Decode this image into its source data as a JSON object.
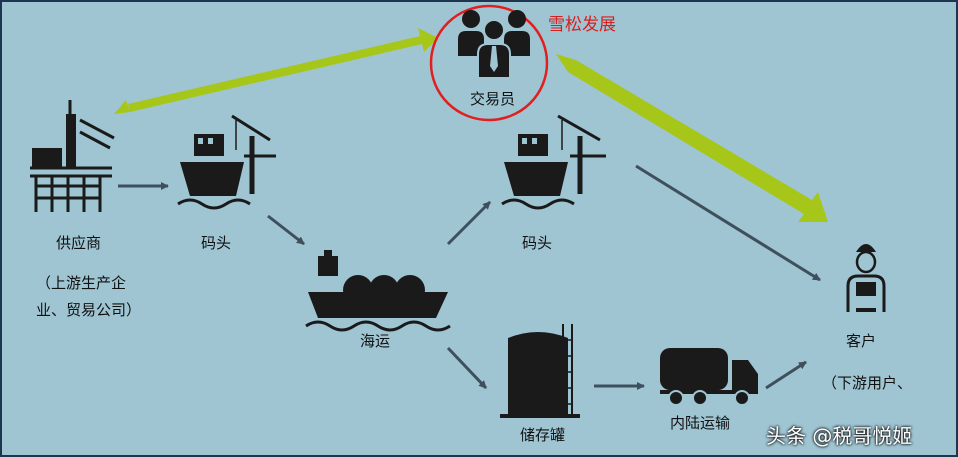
{
  "brand": "雪松发展",
  "watermark": "头条 @税哥悦姬",
  "nodes": {
    "trader": "交易员",
    "supplier": "供应商",
    "supplier_sub": "（上游生产企业、贸易公司）",
    "dock1": "码头",
    "shipping": "海运",
    "dock2": "码头",
    "storage": "储存罐",
    "inland": "内陆运输",
    "customer": "客户",
    "customer_sub": "（下游用户、"
  },
  "colors": {
    "background": "#9fc5d3",
    "trade_arrow": "#a6c61a",
    "flow_arrow": "#3f4f5c",
    "icon": "#1a1a1a",
    "highlight_circle": "#e02020",
    "brand_text": "#d62020"
  },
  "icons": {
    "trader": "people-group-icon",
    "supplier": "oil-platform-icon",
    "dock": "dock-crane-icon",
    "shipping": "lng-tanker-icon",
    "storage": "storage-tank-icon",
    "inland": "tanker-truck-icon",
    "customer": "worker-icon"
  }
}
